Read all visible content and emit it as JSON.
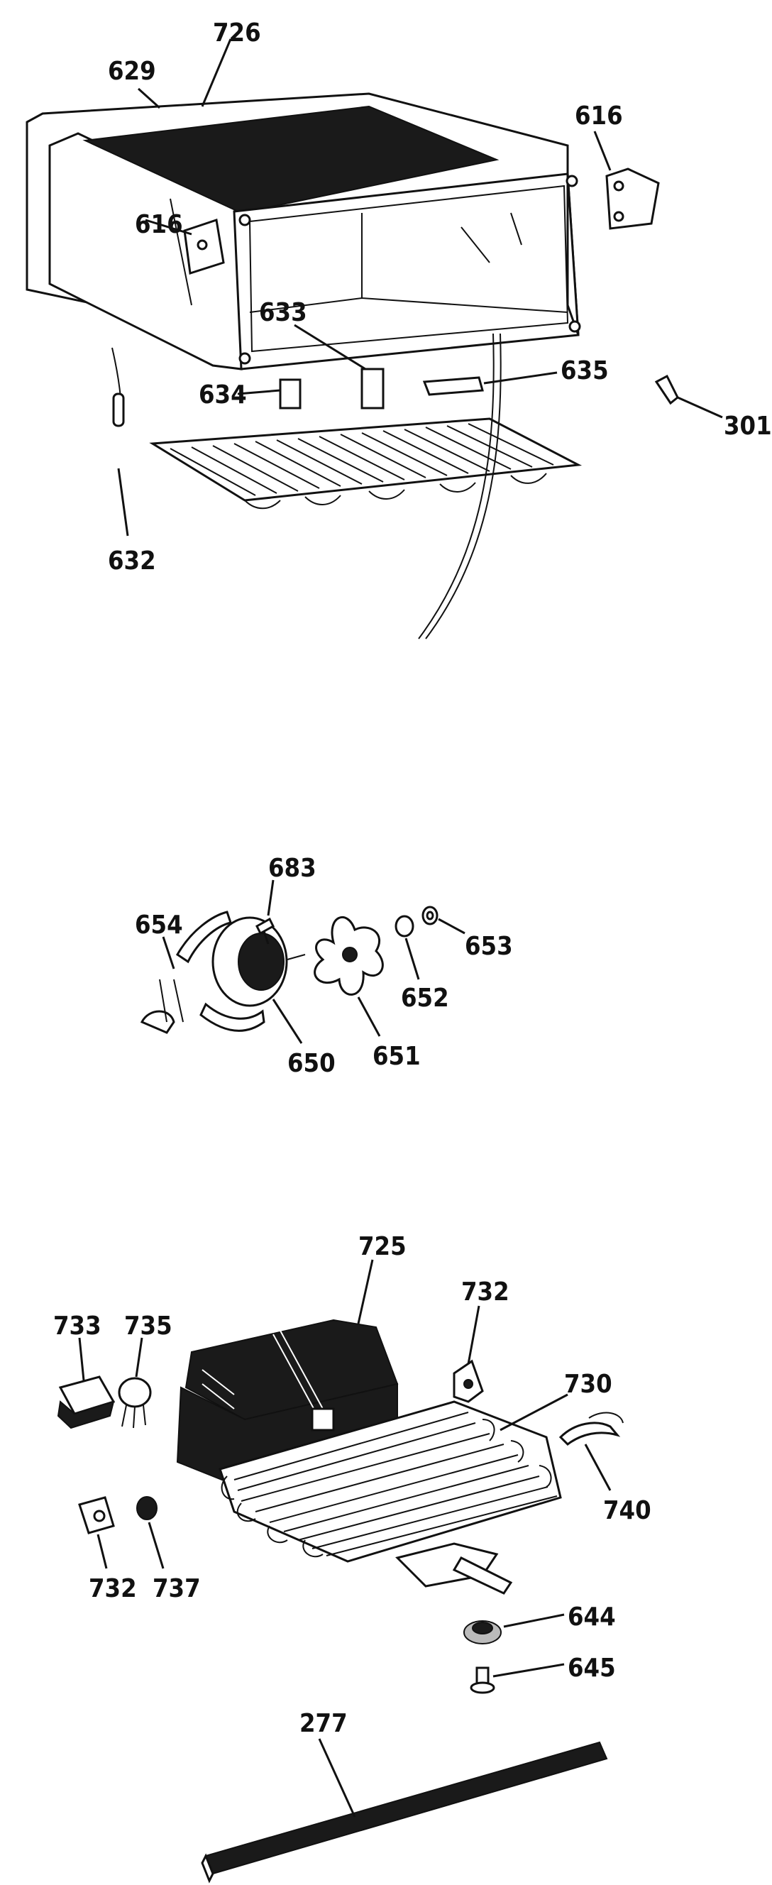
{
  "callouts": {
    "c726": "726",
    "c629": "629",
    "c616a": "616",
    "c616b": "616",
    "c633": "633",
    "c634": "634",
    "c635": "635",
    "c301": "301",
    "c632": "632",
    "c683": "683",
    "c654": "654",
    "c653": "653",
    "c652": "652",
    "c650": "650",
    "c651": "651",
    "c725": "725",
    "c732a": "732",
    "c733": "733",
    "c735": "735",
    "c730": "730",
    "c740": "740",
    "c732b": "732",
    "c737": "737",
    "c644": "644",
    "c645": "645",
    "c277": "277"
  },
  "colors": {
    "ink": "#111111",
    "paper": "#ffffff"
  }
}
